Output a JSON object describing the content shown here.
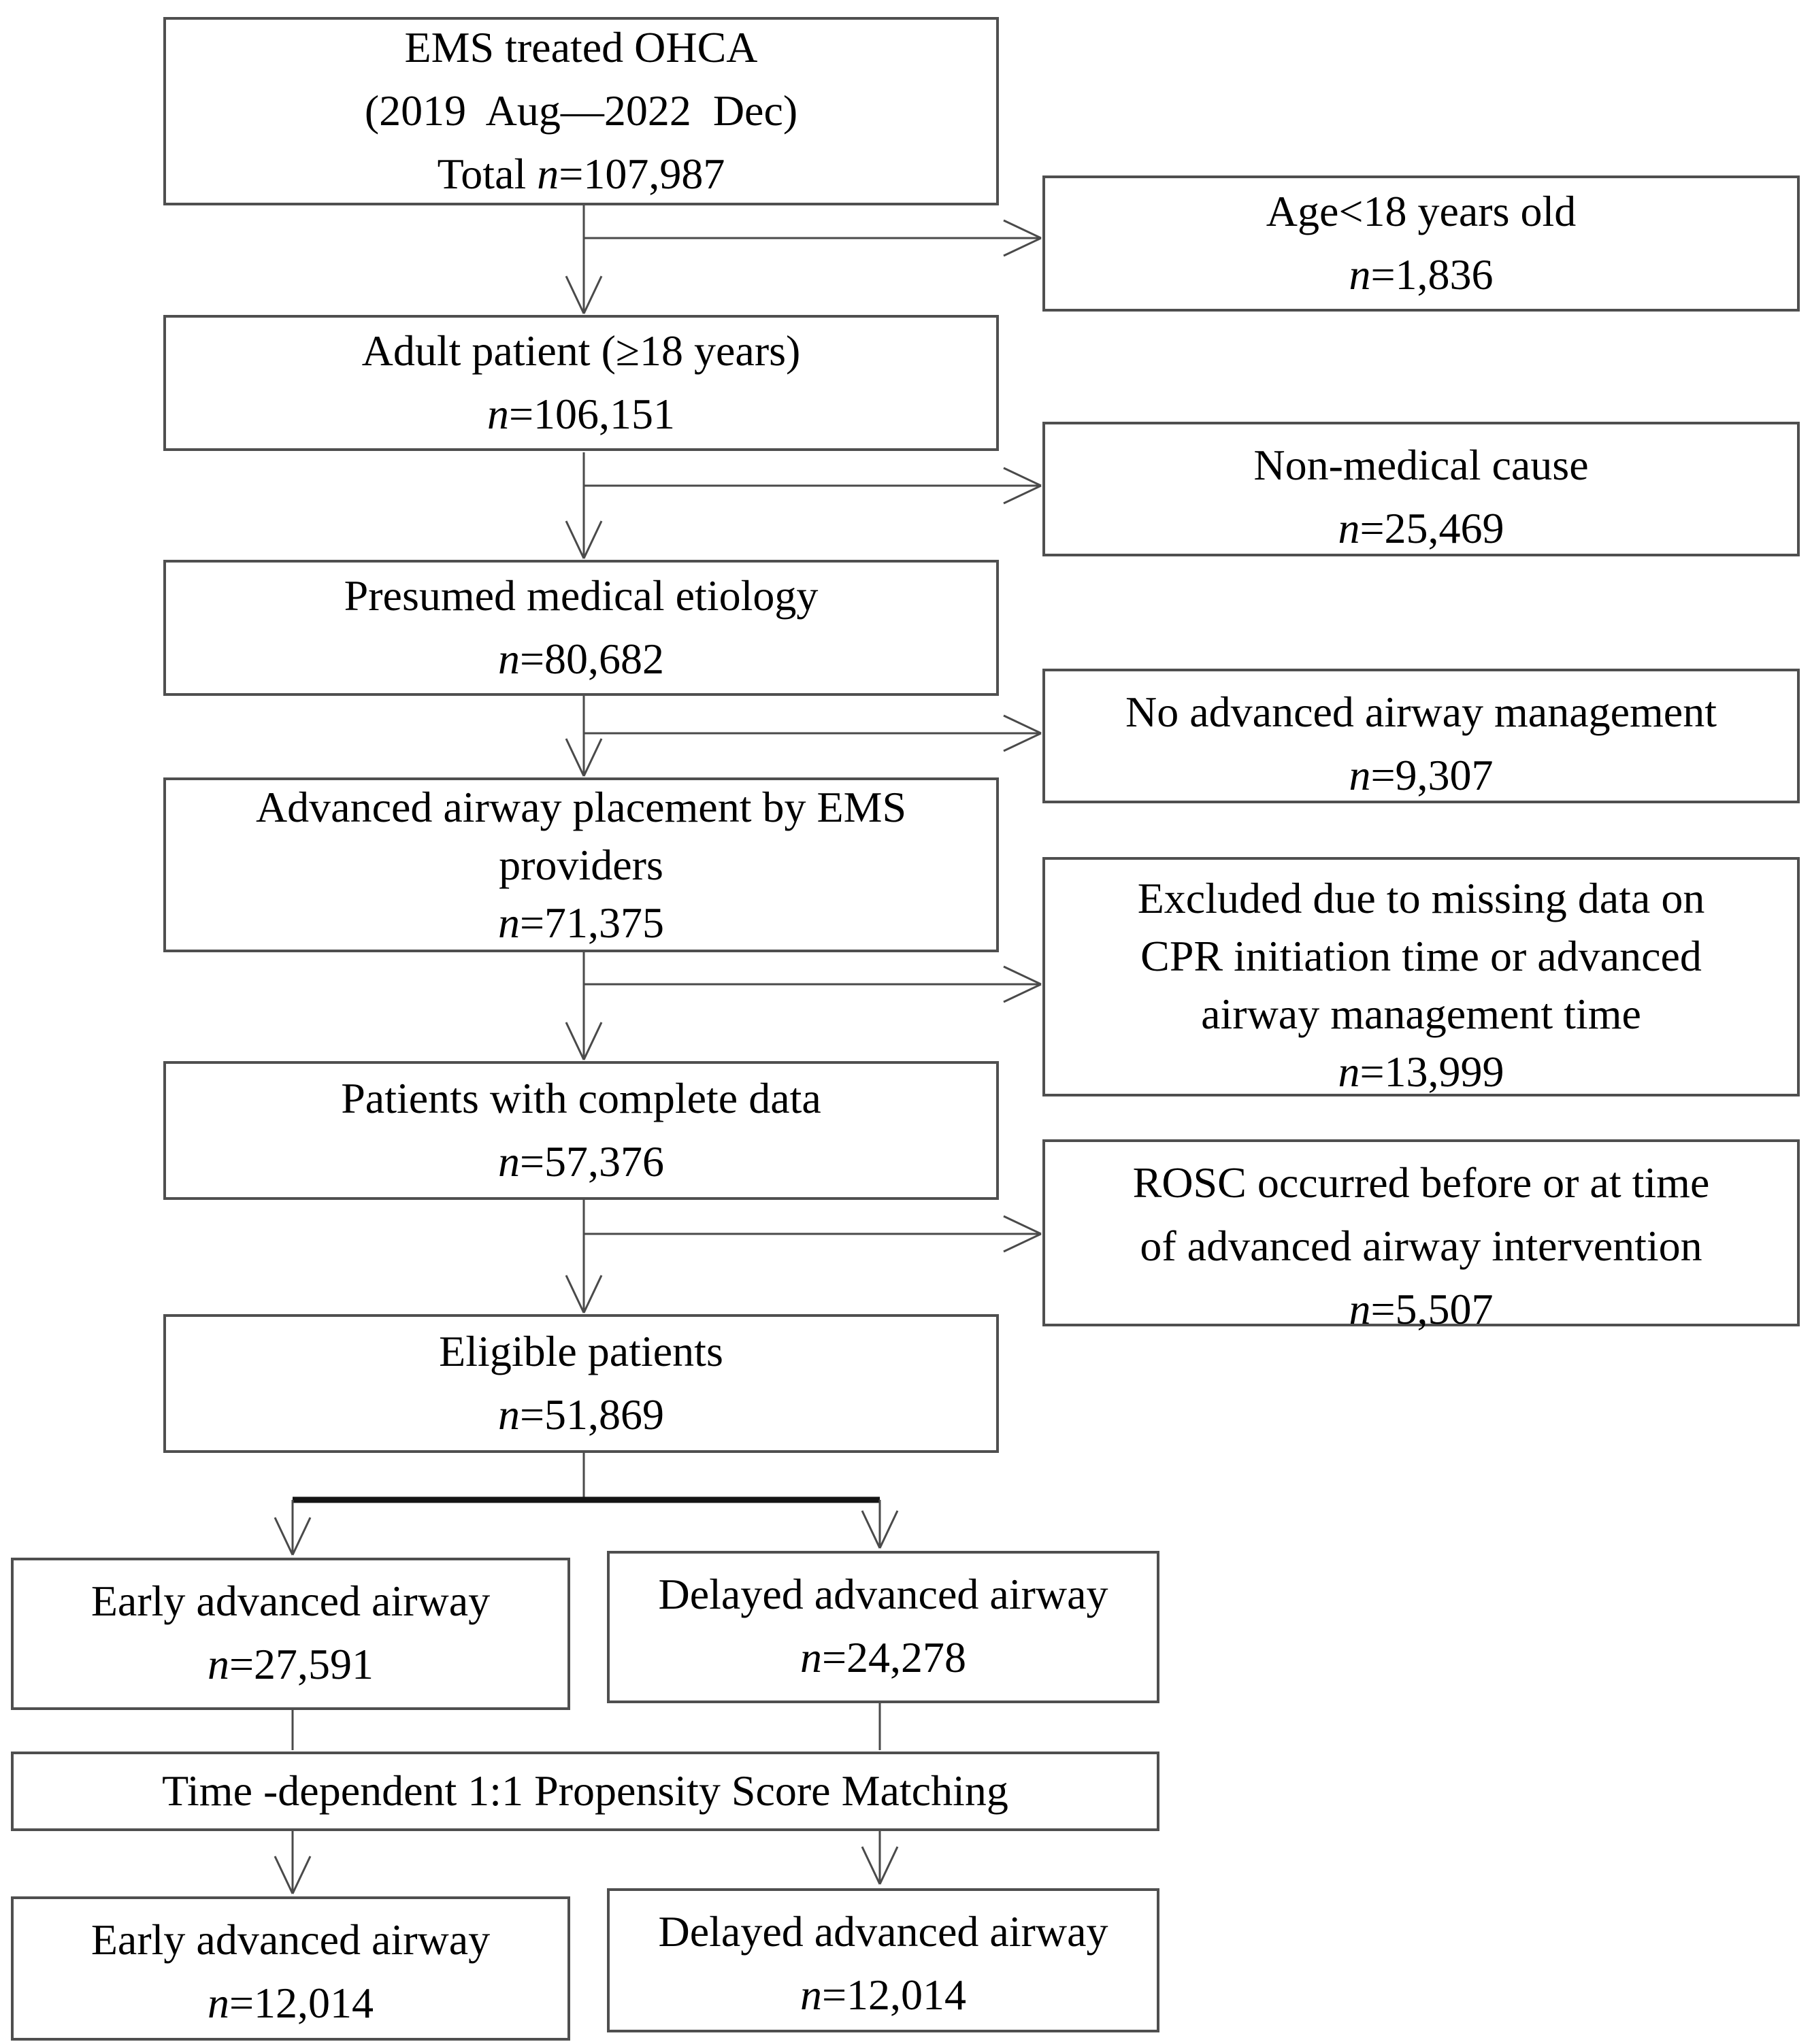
{
  "colors": {
    "background": "#ffffff",
    "box_border": "#4f4f4f",
    "line": "#4a4a4a",
    "split_bar": "#141414",
    "text": "#000000"
  },
  "boxes": {
    "ems": {
      "line1": "EMS treated OHCA",
      "line2": "(2019  Aug—2022  Dec)",
      "count_prefix": "Total ",
      "count": "n=107,987"
    },
    "adult": {
      "title": "Adult patient (≥18 years)",
      "count": "n=106,151"
    },
    "etiology": {
      "title": "Presumed medical etiology",
      "count": "n=80,682"
    },
    "airway_placement": {
      "line1": "Advanced airway placement by EMS",
      "line2": "providers",
      "count": "n=71,375"
    },
    "complete_data": {
      "title": "Patients with complete data",
      "count": "n=57,376"
    },
    "eligible": {
      "title": "Eligible patients",
      "count": "n=51,869"
    },
    "excl_age": {
      "title": "Age<18 years old",
      "count": "n=1,836"
    },
    "excl_nonmedical": {
      "title": "Non-medical cause",
      "count": "n=25,469"
    },
    "excl_no_airway": {
      "title": "No advanced airway management",
      "count": "n=9,307"
    },
    "excl_missing": {
      "line1": "Excluded due to missing data on",
      "line2": "CPR initiation time or advanced",
      "line3": "airway management time",
      "count": "n=13,999"
    },
    "excl_rosc": {
      "line1": "ROSC occurred before or at time",
      "line2": "of advanced airway intervention",
      "count": "n=5,507"
    },
    "early_pre": {
      "title": "Early advanced airway",
      "count": "n=27,591"
    },
    "delayed_pre": {
      "title": "Delayed advanced airway",
      "count": "n=24,278"
    },
    "psm": {
      "title": "Time -dependent 1:1 Propensity Score Matching"
    },
    "early_post": {
      "title": "Early advanced airway",
      "count": "n=12,014"
    },
    "delayed_post": {
      "title": "Delayed advanced airway",
      "count": "n=12,014"
    }
  }
}
